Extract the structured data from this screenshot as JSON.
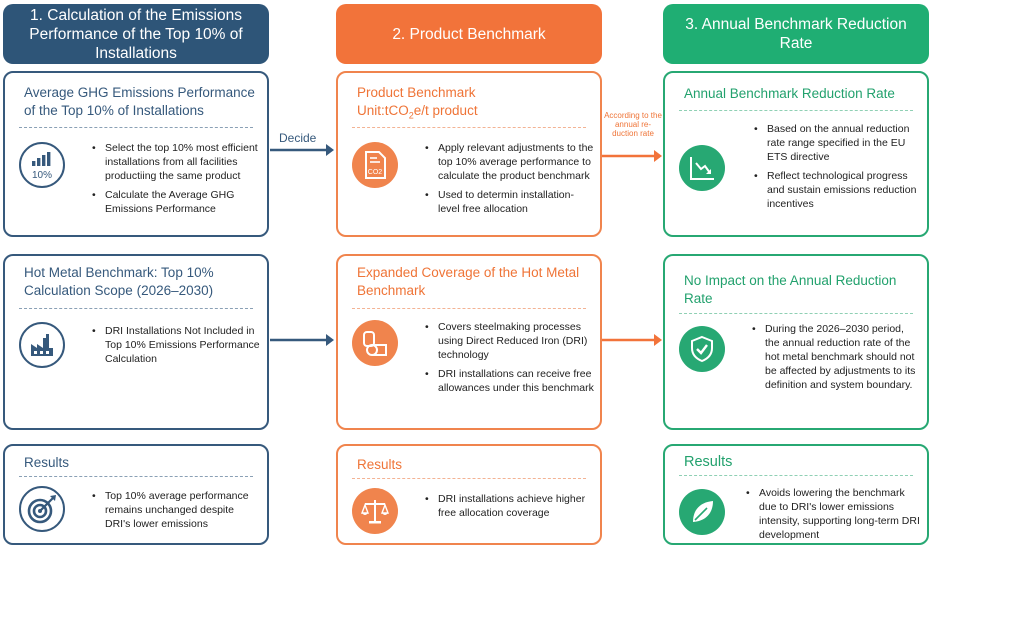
{
  "headers": {
    "col1": "1. Calculation of the Emissions Performance of the Top 10% of Installations",
    "col2": "2. Product Benchmark",
    "col3": "3. Annual Benchmark Reduction Rate"
  },
  "arrows": {
    "decide": "Decide",
    "annual_rate_note": "According to the annual re- duction rate"
  },
  "col1": {
    "card1": {
      "title": "Average GHG Emissions Performance of the Top 10% of Installations",
      "icon": "bar-chart-10-percent-icon",
      "icon_text": "10%",
      "bullets": [
        "Select the top 10% most efficient installations from all facilities productiing the same product",
        "Calculate the Average GHG Emissions Performance"
      ]
    },
    "card2": {
      "title": "Hot Metal Benchmark: Top 10% Calculation Scope (2026–2030)",
      "icon": "factory-icon",
      "bullets": [
        "DRI Installations Not Included in Top 10% Emissions Performance Calculation"
      ]
    },
    "card3": {
      "title": "Results",
      "icon": "target-icon",
      "bullets": [
        "Top 10% average performance remains unchanged despite DRI's lower emissions"
      ]
    }
  },
  "col2": {
    "card1": {
      "title_line1": "Product Benchmark",
      "title_unit_prefix": "Unit:tCO",
      "title_unit_sub": "2",
      "title_unit_suffix": "e/t product",
      "icon": "co2-document-icon",
      "icon_text": "CO2",
      "bullets": [
        "Apply relevant adjustments to the top 10% average performance to calculate the product benchmark",
        "Used to determin installation-level free allocation"
      ]
    },
    "card2": {
      "title": "Expanded Coverage of the Hot Metal Benchmark",
      "icon": "steel-coil-icon",
      "bullets": [
        "Covers steelmaking processes using Direct Reduced Iron (DRI) technology",
        "DRI installations can receive free allowances under this benchmark"
      ]
    },
    "card3": {
      "title": "Results",
      "icon": "balance-scale-icon",
      "bullets": [
        "DRI installations achieve higher free allocation coverage"
      ]
    }
  },
  "col3": {
    "card1": {
      "title": "Annual Benchmark Reduction Rate",
      "icon": "declining-chart-icon",
      "bullets": [
        "Based on the annual reduction rate range specified in the EU ETS directive",
        "Reflect technological progress and sustain emissions reduction incentives"
      ]
    },
    "card2": {
      "title": "No Impact on the Annual Reduction Rate",
      "icon": "shield-check-icon",
      "bullets": [
        "During the 2026–2030 period, the annual reduction rate of the hot metal benchmark should not be affected by adjustments to its definition and system boundary."
      ]
    },
    "card3": {
      "title": "Results",
      "icon": "leaf-icon",
      "bullets": [
        "Avoids lowering the benchmark due to DRI's lower emissions intensity, supporting long-term DRI development"
      ]
    }
  },
  "colors": {
    "navy": "#2e5578",
    "orange": "#f2733a",
    "green": "#1fae73"
  }
}
